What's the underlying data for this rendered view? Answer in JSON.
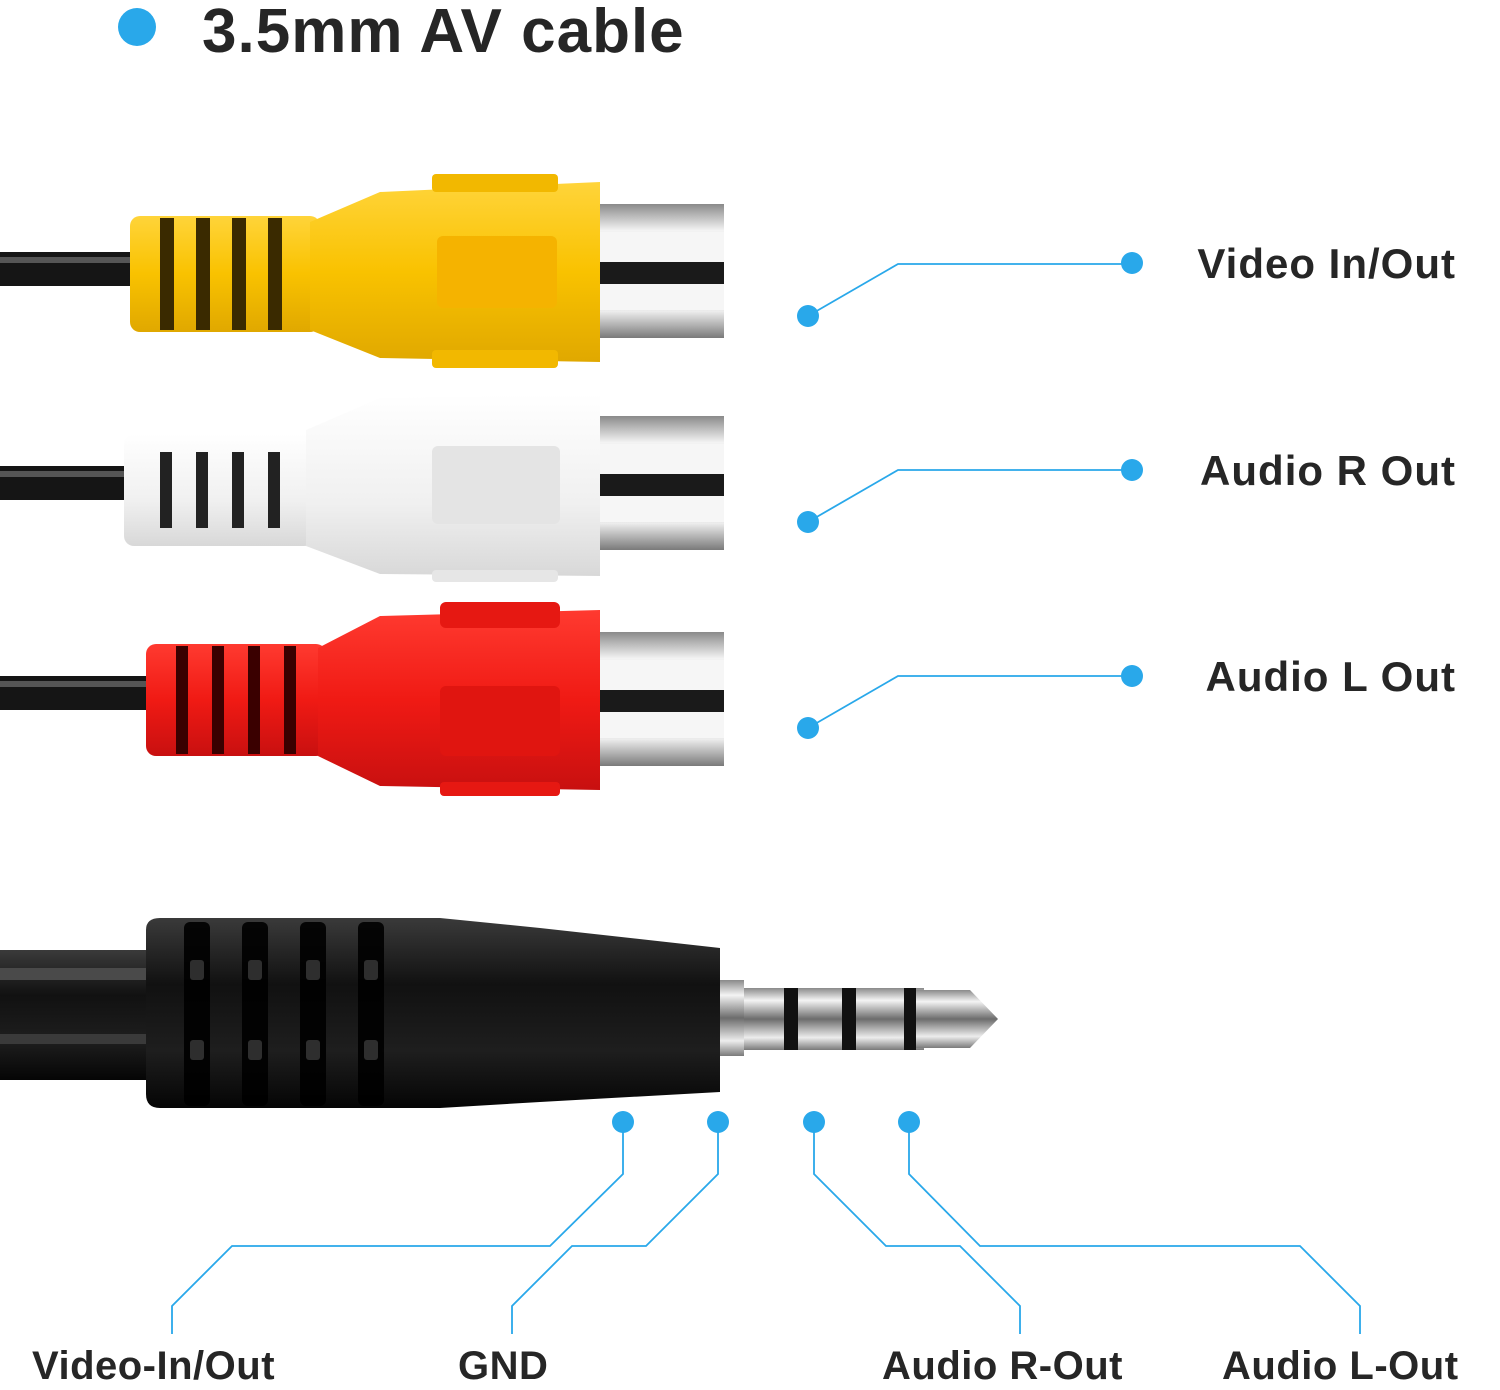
{
  "title": "3.5mm AV cable",
  "colors": {
    "accent": "#29a8ea",
    "text": "#262626",
    "yellow": "#f9c200",
    "white": "#f4f4f4",
    "red": "#f01a14",
    "black": "#141414"
  },
  "rca_labels": {
    "video": "Video In/Out",
    "audio_r": "Audio R Out",
    "audio_l": "Audio L Out"
  },
  "jack_labels": {
    "video": "Video-In/Out",
    "gnd": "GND",
    "audio_r": "Audio R-Out",
    "audio_l": "Audio L-Out"
  }
}
